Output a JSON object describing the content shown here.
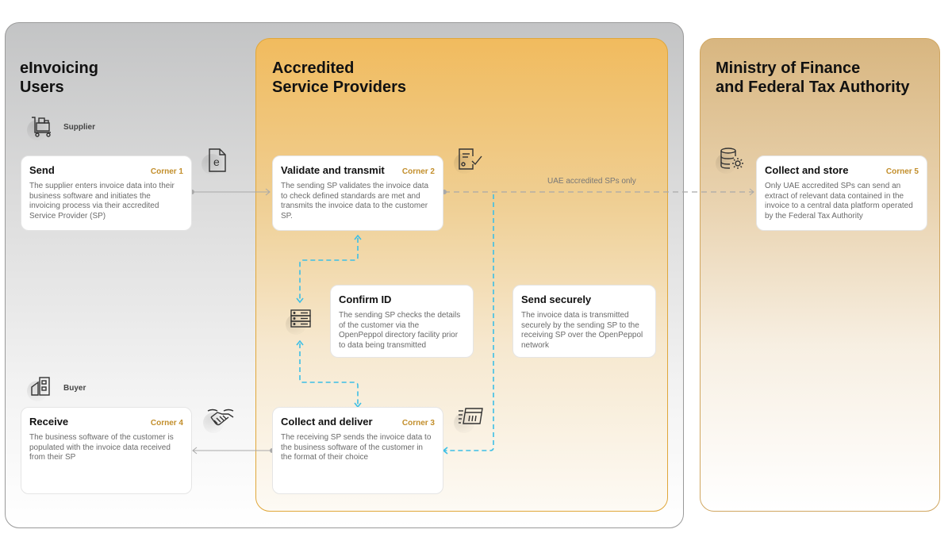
{
  "panels": {
    "users": {
      "title_line1": "eInvoicing",
      "title_line2": "Users"
    },
    "sp": {
      "title_line1": "Accredited",
      "title_line2": "Service Providers"
    },
    "mof": {
      "title_line1": "Ministry of Finance",
      "title_line2": "and Federal Tax Authority"
    }
  },
  "roles": {
    "supplier": {
      "label": "Supplier",
      "icon": "supplier-cart-icon"
    },
    "buyer": {
      "label": "Buyer",
      "icon": "buyer-building-icon"
    }
  },
  "cards": {
    "send": {
      "title": "Send",
      "corner": "Corner 1",
      "body": "The supplier enters invoice data into their business software and initiates the invoicing process via their accredited Service Provider (SP)"
    },
    "validate": {
      "title": "Validate and transmit",
      "corner": "Corner 2",
      "body": "The sending SP validates the invoice data to check defined standards are met and transmits the invoice data to the customer SP."
    },
    "collect_store": {
      "title": "Collect and store",
      "corner": "Corner 5",
      "body": "Only UAE accredited SPs can send an extract of relevant data contained in the invoice to a central data platform operated by the Federal Tax Authority"
    },
    "confirm_id": {
      "title": "Confirm ID",
      "body": "The sending SP checks the details of the customer via the OpenPeppol directory facility prior to data being transmitted"
    },
    "send_securely": {
      "title": "Send securely",
      "body": "The invoice data is transmitted securely by the sending SP to the receiving SP over the OpenPeppol network"
    },
    "collect_deliver": {
      "title": "Collect and deliver",
      "corner": "Corner 3",
      "body": "The receiving SP sends the invoice data to the business software of the customer in the format of their choice"
    },
    "receive": {
      "title": "Receive",
      "corner": "Corner 4",
      "body": "The business software of the customer is populated with the invoice data received from their SP"
    }
  },
  "captions": {
    "uae_only": "UAE accredited SPs only"
  },
  "icons": {
    "einvoice_glyph": "e"
  },
  "colors": {
    "corner_label": "#c28e2b",
    "flow_line": "#a9a9a9",
    "peppol_line": "#3cbfe6",
    "sp_border": "#e0a73a",
    "mof_border": "#d0a660"
  }
}
